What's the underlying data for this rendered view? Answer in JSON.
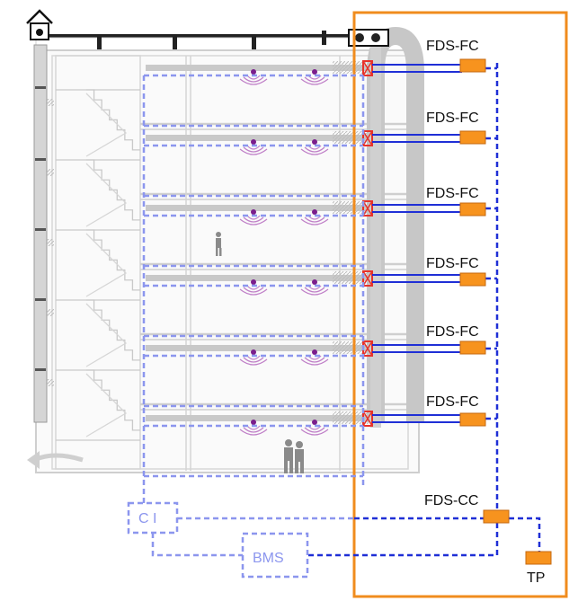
{
  "labels": {
    "floor_controllers": [
      "FDS-FC",
      "FDS-FC",
      "FDS-FC",
      "FDS-FC",
      "FDS-FC",
      "FDS-FC"
    ],
    "central_controller": "FDS-CC",
    "control_interface": "C I",
    "bms": "BMS",
    "terminal_panel": "TP"
  },
  "colors": {
    "orange": "#f08c1e",
    "orange_fill": "#f7931e",
    "blue": "#1f2fd6",
    "light_blue": "#8c96ee",
    "grey": "#c9c9c9",
    "dark_grey": "#9a9a9a",
    "red": "#e8322a",
    "purple": "#7a1e8c"
  }
}
